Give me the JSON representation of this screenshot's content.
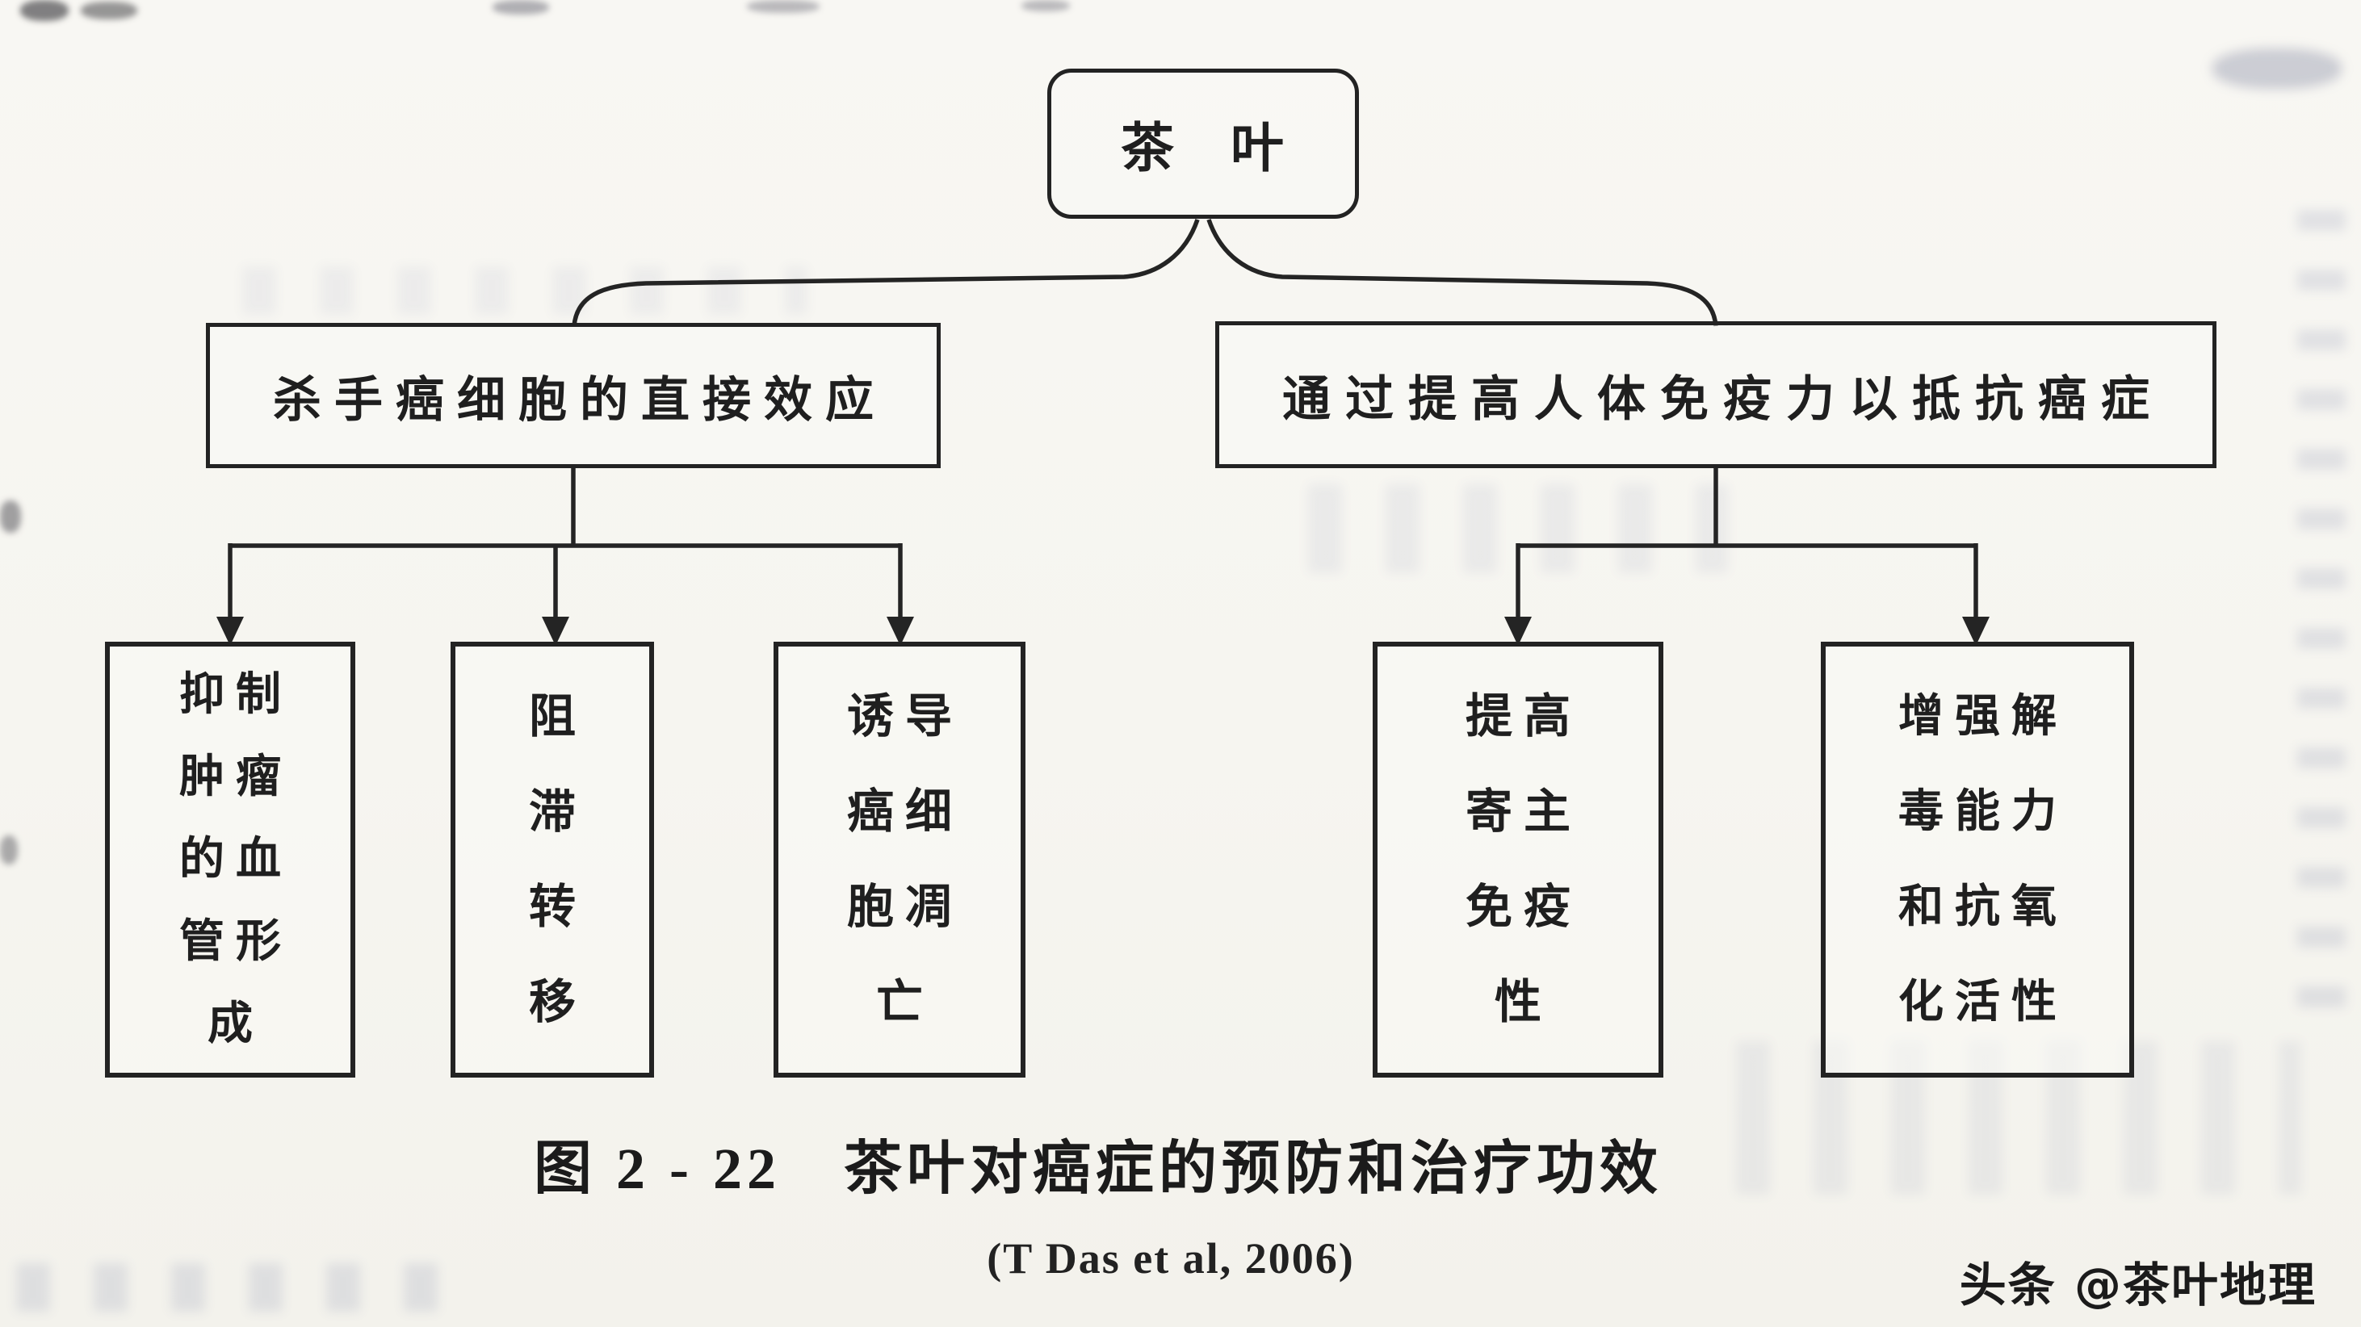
{
  "page": {
    "figure_caption": "图 2 - 22　茶叶对癌症的预防和治疗功效",
    "figure_source": "(T Das et al, 2006)",
    "watermark": "头条 @茶叶地理"
  },
  "colors": {
    "ink": "#232323",
    "paper": "#f7f6f2"
  },
  "diagram": {
    "root": {
      "label": "茶　叶"
    },
    "branches": [
      {
        "label": "杀手癌细胞的直接效应",
        "children": [
          {
            "lines": [
              "抑制",
              "肿瘤",
              "的血",
              "管形",
              "成"
            ]
          },
          {
            "lines": [
              "阻",
              "滞",
              "转",
              "移"
            ]
          },
          {
            "lines": [
              "诱导",
              "癌细",
              "胞凋",
              "亡"
            ]
          }
        ]
      },
      {
        "label": "通过提高人体免疫力以抵抗癌症",
        "children": [
          {
            "lines": [
              "提高",
              "寄主",
              "免疫",
              "性"
            ]
          },
          {
            "lines": [
              "增强解",
              "毒能力",
              "和抗氧",
              "化活性"
            ]
          }
        ]
      }
    ]
  }
}
